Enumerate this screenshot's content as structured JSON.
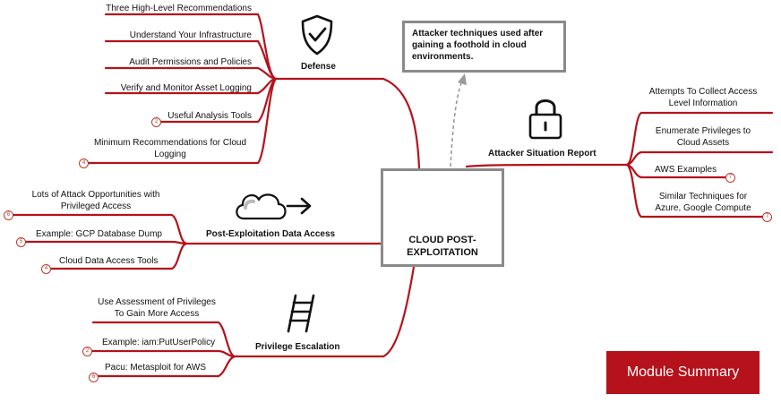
{
  "center": {
    "title": "CLOUD POST-EXPLOITATION"
  },
  "callout": {
    "text": "Attacker techniques used after gaining a foothold in cloud environments."
  },
  "module_summary": {
    "label": "Module Summary"
  },
  "colors": {
    "branch": "#b5121b",
    "box_border": "#8a8a8a",
    "button_bg": "#b5121b",
    "button_text": "#ffffff"
  },
  "branches": {
    "defense": {
      "title": "Defense",
      "icon": "shield-check-icon",
      "items": [
        {
          "text": "Three High-Level Recommendations"
        },
        {
          "text": "Understand Your Infrastructure"
        },
        {
          "text": "Audit Permissions and Policies"
        },
        {
          "text": "Verify and Monitor Asset Logging"
        },
        {
          "text": "Useful Analysis Tools",
          "badge": "2"
        },
        {
          "line1": "Minimum Recommendations for Cloud",
          "line2": "Logging",
          "badge": "4"
        }
      ]
    },
    "situation": {
      "title": "Attacker Situation Report",
      "icon": "padlock-icon",
      "items": [
        {
          "line1": "Attempts To Collect Access",
          "line2": "Level Information"
        },
        {
          "line1": "Enumerate Privileges to",
          "line2": "Cloud Assets"
        },
        {
          "text": "AWS Examples",
          "badge": "7"
        },
        {
          "line1": "Similar Techniques for",
          "line2": "Azure, Google Compute",
          "badge": "7"
        }
      ]
    },
    "data_access": {
      "title": "Post-Exploitation Data Access",
      "icon": "cloud-arrow-icon",
      "items": [
        {
          "line1": "Lots of Attack Opportunities with",
          "line2": "Privileged Access",
          "badge": "6"
        },
        {
          "text": "Example: GCP Database Dump",
          "badge": "5"
        },
        {
          "text": "Cloud Data Access Tools",
          "badge": "4"
        }
      ]
    },
    "escalation": {
      "title": "Privilege Escalation",
      "icon": "ladder-icon",
      "items": [
        {
          "line1": "Use Assessment of Privileges",
          "line2": "To Gain More Access"
        },
        {
          "text": "Example: iam:PutUserPolicy",
          "badge": "2"
        },
        {
          "text": "Pacu: Metasploit for AWS",
          "badge": "6"
        }
      ]
    }
  }
}
